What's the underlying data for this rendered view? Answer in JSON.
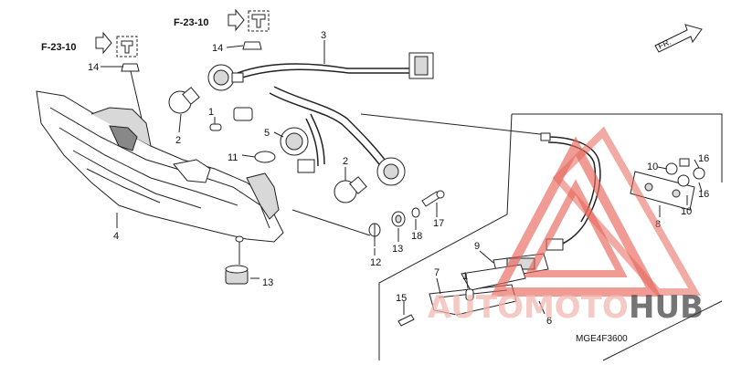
{
  "diagram": {
    "fr_label": "FR.",
    "ref_left": "F-23-10",
    "ref_top": "F-23-10",
    "part_code": "MGE4F3600",
    "callouts": {
      "c1a": "1",
      "c1b": "1",
      "c2a": "2",
      "c2b": "2",
      "c3": "3",
      "c4": "4",
      "c5": "5",
      "c6": "6",
      "c7": "7",
      "c8": "8",
      "c9": "9",
      "c10a": "10",
      "c10b": "10",
      "c11": "11",
      "c12": "12",
      "c13a": "13",
      "c13b": "13",
      "c14a": "14",
      "c14b": "14",
      "c15": "15",
      "c16a": "16",
      "c16b": "16",
      "c17": "17",
      "c18": "18"
    }
  },
  "watermark": {
    "brand_part1": "AUTOMOTO",
    "brand_part2": "HUB",
    "colors": {
      "triangle": "#e8665a",
      "text_light": "#f2b8b0",
      "text_dark": "#3a3a3a"
    }
  }
}
